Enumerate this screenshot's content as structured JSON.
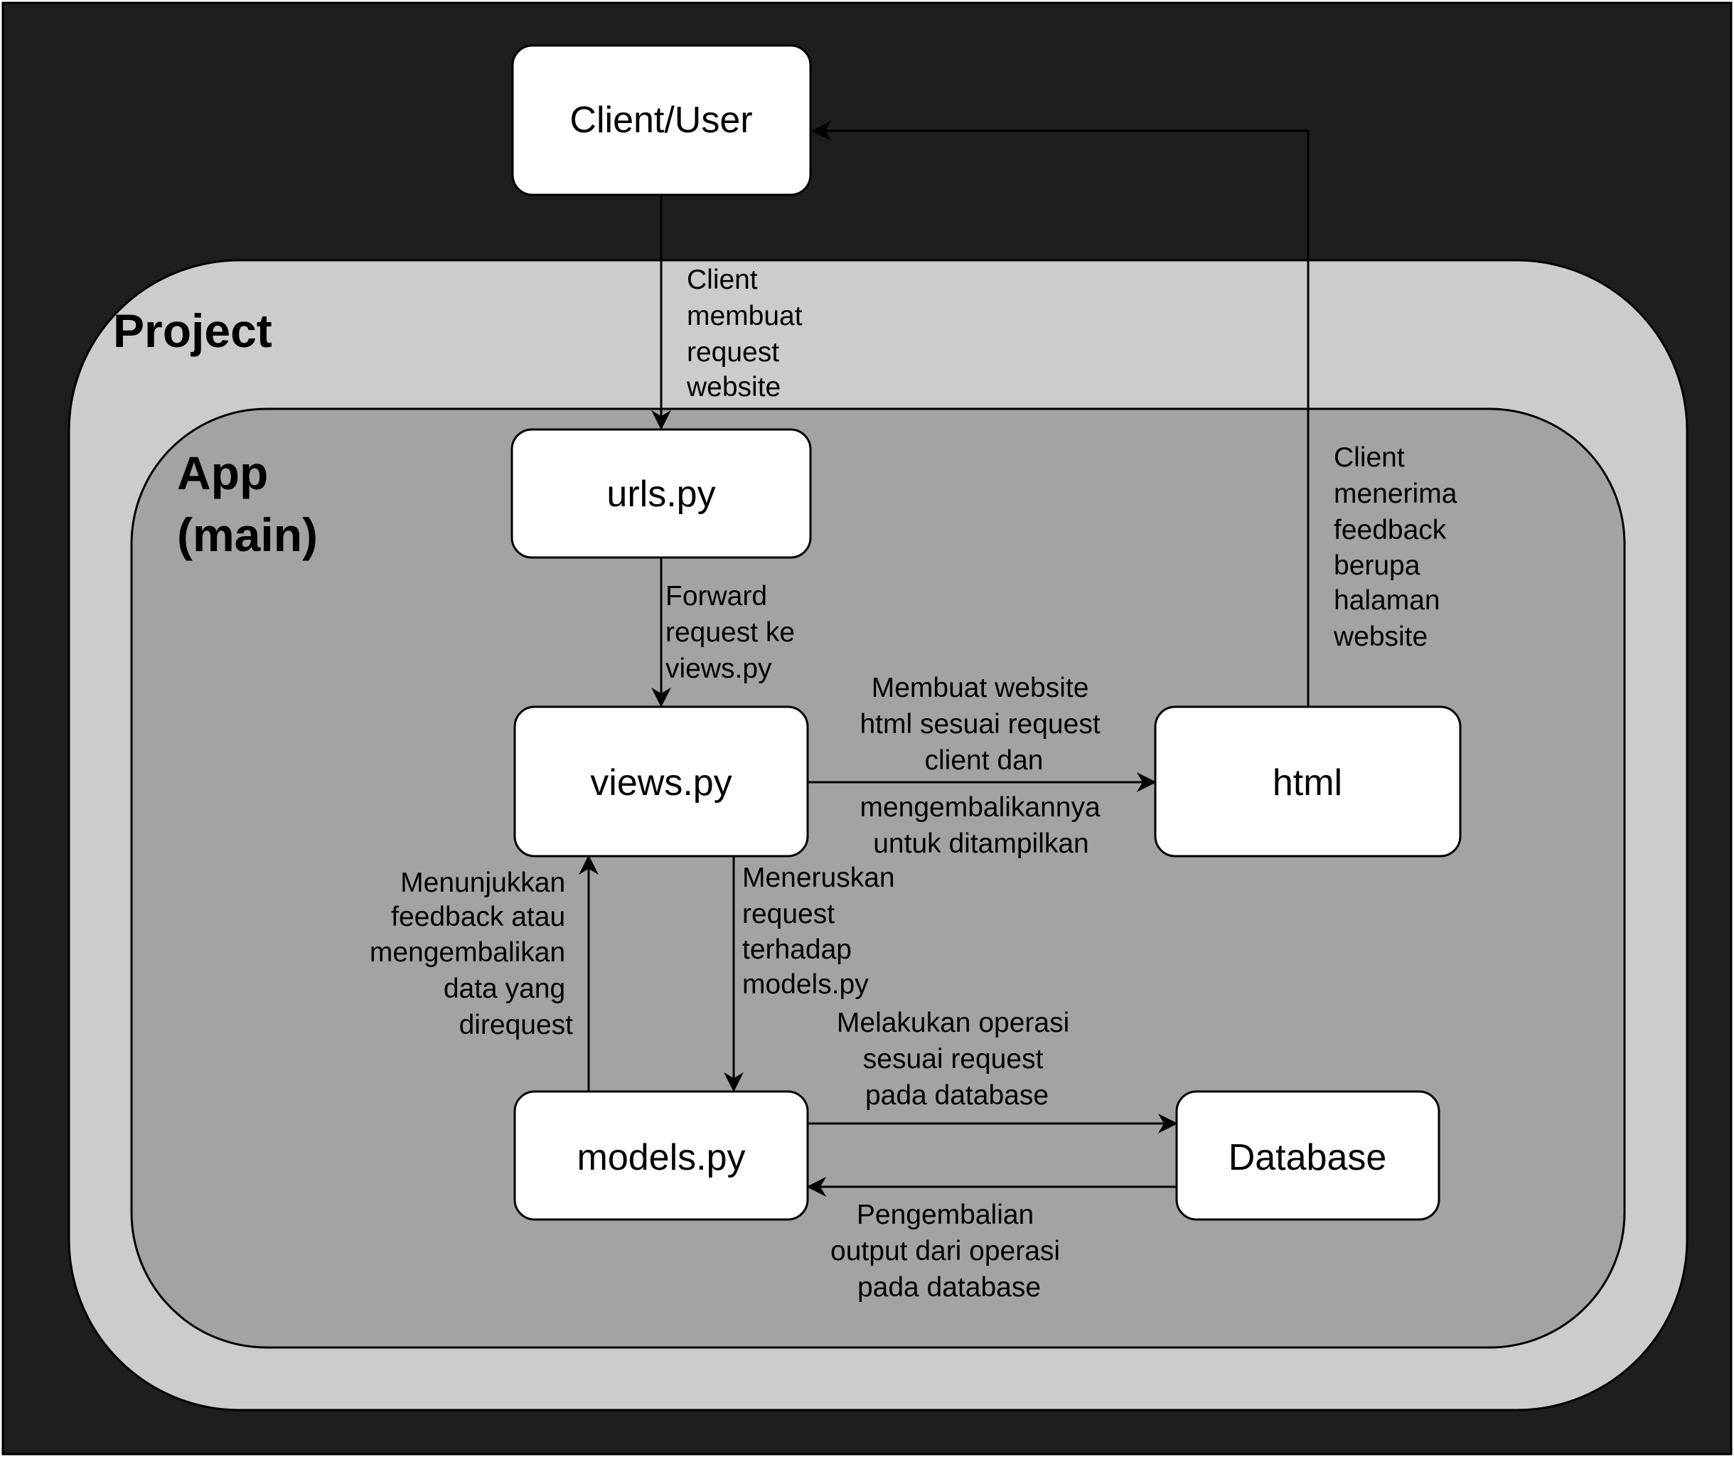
{
  "diagram": {
    "title": "",
    "groups": {
      "project": {
        "label": "Project",
        "fill": "#cccccc"
      },
      "app": {
        "label_lines": [
          "App",
          "(main)"
        ],
        "fill": "#a3a3a3"
      }
    },
    "nodes": {
      "client": "Client/User",
      "urls": "urls.py",
      "views": "views.py",
      "html": "html",
      "models": "models.py",
      "database": "Database"
    },
    "edges": {
      "client_to_urls": [
        "Client",
        "membuat",
        "request",
        "website"
      ],
      "urls_to_views": [
        "Forward",
        "request ke",
        "views.py"
      ],
      "views_to_html_top": [
        "Membuat website",
        "html sesuai request",
        "client dan"
      ],
      "views_to_html_bottom": [
        "mengembalikannya",
        "untuk ditampilkan"
      ],
      "html_to_client": [
        "Client",
        "menerima",
        "feedback",
        "berupa",
        "halaman",
        "website"
      ],
      "views_to_models": [
        "Meneruskan",
        "request",
        "terhadap",
        "models.py"
      ],
      "models_to_views": [
        "Menunjukkan",
        "feedback atau",
        "mengembalikan",
        "data yang",
        "direquest"
      ],
      "models_to_database": [
        "Melakukan operasi",
        "sesuai request",
        "pada database"
      ],
      "database_to_models": [
        "Pengembalian",
        "output dari operasi",
        "pada database"
      ]
    },
    "colors": {
      "background": "#1e1e1e",
      "node_fill": "#ffffff",
      "stroke": "#000000"
    }
  }
}
